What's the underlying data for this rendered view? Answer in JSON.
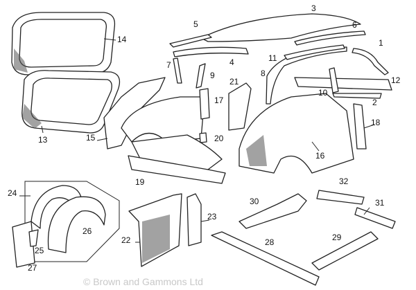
{
  "watermark": "© Brown and Gammons Ltd",
  "callouts": [
    "1",
    "2",
    "3",
    "4",
    "5",
    "6",
    "7",
    "8",
    "9",
    "10",
    "11",
    "12",
    "13",
    "14",
    "15",
    "16",
    "17",
    "18",
    "19",
    "20",
    "21",
    "22",
    "23",
    "24",
    "25",
    "26",
    "27",
    "28",
    "29",
    "30",
    "31",
    "32"
  ]
}
